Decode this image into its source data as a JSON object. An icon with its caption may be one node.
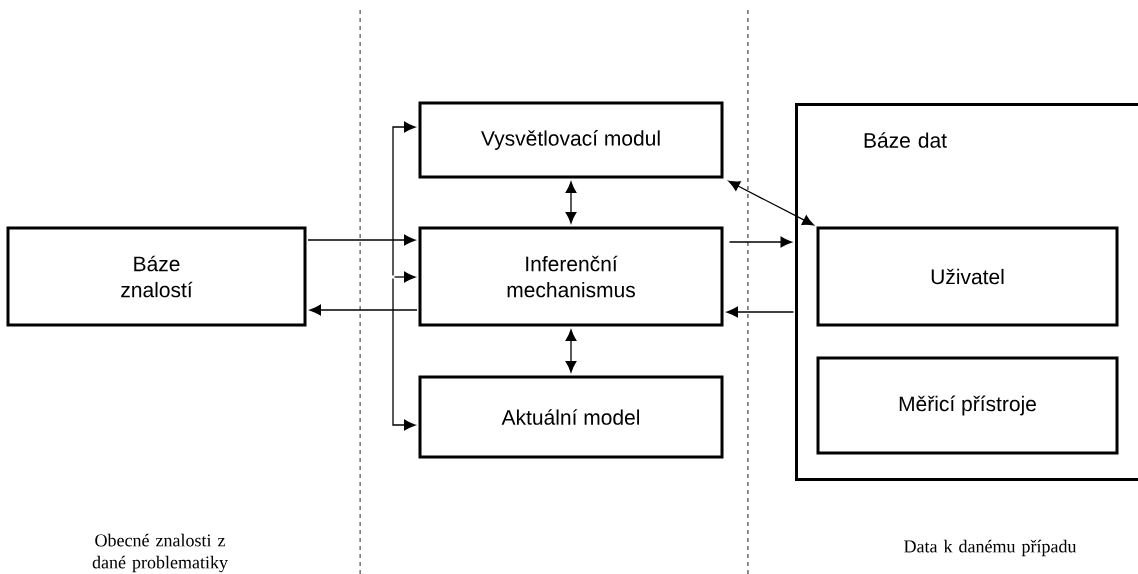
{
  "diagram": {
    "nodes": [
      {
        "text": [
          "Báze znalostí"
        ]
      },
      {
        "text": [
          "Vysvětlovací modul"
        ]
      },
      {
        "text": [
          "Inferenční mechanismus"
        ]
      },
      {
        "text": [
          "Aktuální model"
        ]
      },
      {
        "text": [
          "Báze dat"
        ]
      },
      {
        "text": [
          "Uživatel"
        ],
        "in": 4
      },
      {
        "text": [
          "Měřicí přístroje"
        ],
        "in": 4
      }
    ],
    "edges": [
      {
        "from": 0,
        "to": 2,
        "arrow": "to"
      },
      {
        "from": 2,
        "to": 0,
        "arrow": "to"
      },
      {
        "from": 1,
        "to": 2,
        "arrow": "both"
      },
      {
        "from": 2,
        "to": 3,
        "arrow": "both"
      },
      {
        "from": 2,
        "to": 4,
        "arrow": "to"
      },
      {
        "from": 4,
        "to": 2,
        "arrow": "to"
      },
      {
        "from": 1,
        "to": 5,
        "arrow": "both"
      },
      {
        "from": null,
        "to": 1,
        "arrow": "to"
      },
      {
        "from": null,
        "to": 2,
        "arrow": "to"
      },
      {
        "from": null,
        "to": 3,
        "arrow": "to"
      }
    ],
    "labels": [
      "Obecné znalosti z dané problematiky",
      "Data k danému případu"
    ]
  }
}
